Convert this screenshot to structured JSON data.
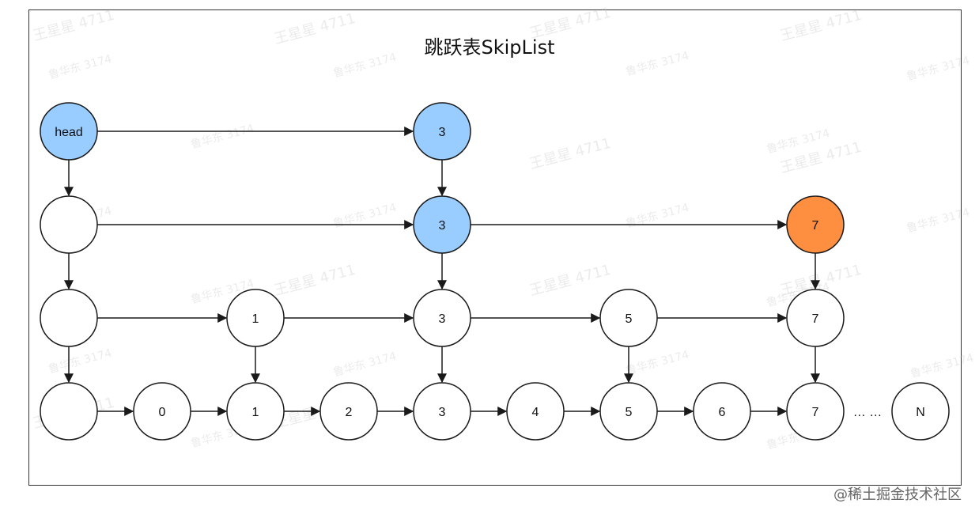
{
  "title": "跳跃表SkipList",
  "footer": "@稀土掘金技术社区",
  "ellipsis": "… …",
  "watermarks": {
    "a": "王星星 4711",
    "b": "鲁华东 3174"
  },
  "colors": {
    "node_fill": "#ffffff",
    "highlight_fill": "#99ccff",
    "target_fill": "#ff8f40",
    "stroke": "#1a1a1a"
  },
  "levels": [
    {
      "nodes": [
        {
          "label": "head",
          "state": "highlight"
        },
        {
          "label": "",
          "state": "normal"
        },
        {
          "label": "",
          "state": "normal"
        },
        {
          "label": "",
          "state": "normal"
        }
      ]
    }
  ],
  "grid": {
    "columns": [
      "head",
      "0",
      "1",
      "2",
      "3",
      "4",
      "5",
      "6",
      "7",
      "N"
    ],
    "rows": [
      {
        "level": 3,
        "cells": [
          {
            "col": 0,
            "label": "head",
            "state": "highlight"
          },
          {
            "col": 4,
            "label": "3",
            "state": "highlight"
          }
        ]
      },
      {
        "level": 2,
        "cells": [
          {
            "col": 0,
            "label": "",
            "state": "normal"
          },
          {
            "col": 4,
            "label": "3",
            "state": "highlight"
          },
          {
            "col": 8,
            "label": "7",
            "state": "target"
          }
        ]
      },
      {
        "level": 1,
        "cells": [
          {
            "col": 0,
            "label": "",
            "state": "normal"
          },
          {
            "col": 2,
            "label": "1",
            "state": "normal"
          },
          {
            "col": 4,
            "label": "3",
            "state": "normal"
          },
          {
            "col": 6,
            "label": "5",
            "state": "normal"
          },
          {
            "col": 8,
            "label": "7",
            "state": "normal"
          }
        ]
      },
      {
        "level": 0,
        "cells": [
          {
            "col": 0,
            "label": "",
            "state": "normal"
          },
          {
            "col": 1,
            "label": "0",
            "state": "normal"
          },
          {
            "col": 2,
            "label": "1",
            "state": "normal"
          },
          {
            "col": 3,
            "label": "2",
            "state": "normal"
          },
          {
            "col": 4,
            "label": "3",
            "state": "normal"
          },
          {
            "col": 5,
            "label": "4",
            "state": "normal"
          },
          {
            "col": 6,
            "label": "5",
            "state": "normal"
          },
          {
            "col": 7,
            "label": "6",
            "state": "normal"
          },
          {
            "col": 8,
            "label": "7",
            "state": "normal"
          },
          {
            "col": 9,
            "label": "N",
            "state": "normal"
          }
        ]
      }
    ]
  }
}
